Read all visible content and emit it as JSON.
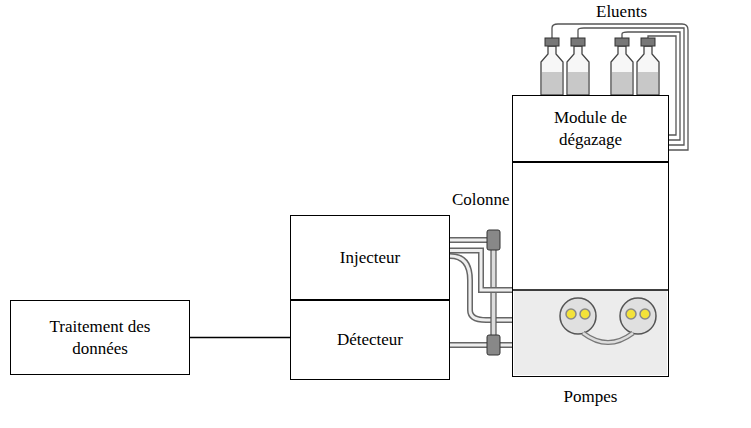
{
  "diagram": {
    "nodes": [
      {
        "text": [
          "Module de dégazage"
        ]
      },
      {
        "text": [
          "Pompes"
        ]
      },
      {
        "text": [
          "Injecteur"
        ]
      },
      {
        "text": [
          "Détecteur"
        ]
      },
      {
        "text": [
          "Traitement des données"
        ]
      }
    ],
    "edges": [
      {
        "from": 1,
        "to": 2,
        "arrow": "none"
      },
      {
        "from": 4,
        "to": 3,
        "arrow": "none"
      }
    ],
    "labels": [
      "Eluents",
      "Colonne"
    ]
  }
}
